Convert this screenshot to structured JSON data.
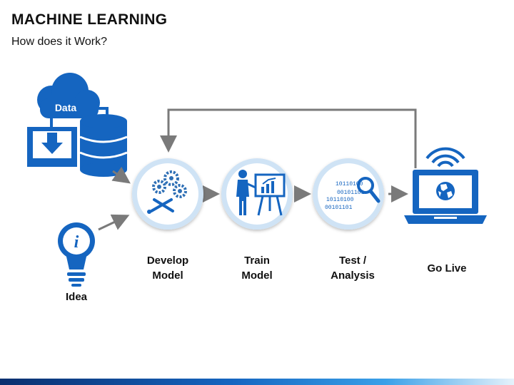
{
  "slide": {
    "title": "MACHINE LEARNING",
    "subtitle": "How does it Work?"
  },
  "diagram": {
    "data_label": "Data",
    "idea_label": "Idea",
    "steps": [
      {
        "line1": "Develop",
        "line2": "Model",
        "icon": "gears-tools-icon"
      },
      {
        "line1": "Train",
        "line2": "Model",
        "icon": "presenter-chart-icon"
      },
      {
        "line1": "Test /",
        "line2": "Analysis",
        "icon": "binary-magnifier-icon"
      }
    ],
    "golive_label": "Go Live",
    "binary_lines": [
      "10110100",
      "00101101",
      "10110100",
      "00101101"
    ],
    "colors": {
      "primary": "#1565c0",
      "ring": "#cfe3f5",
      "arrow": "#7a7a7a"
    }
  }
}
